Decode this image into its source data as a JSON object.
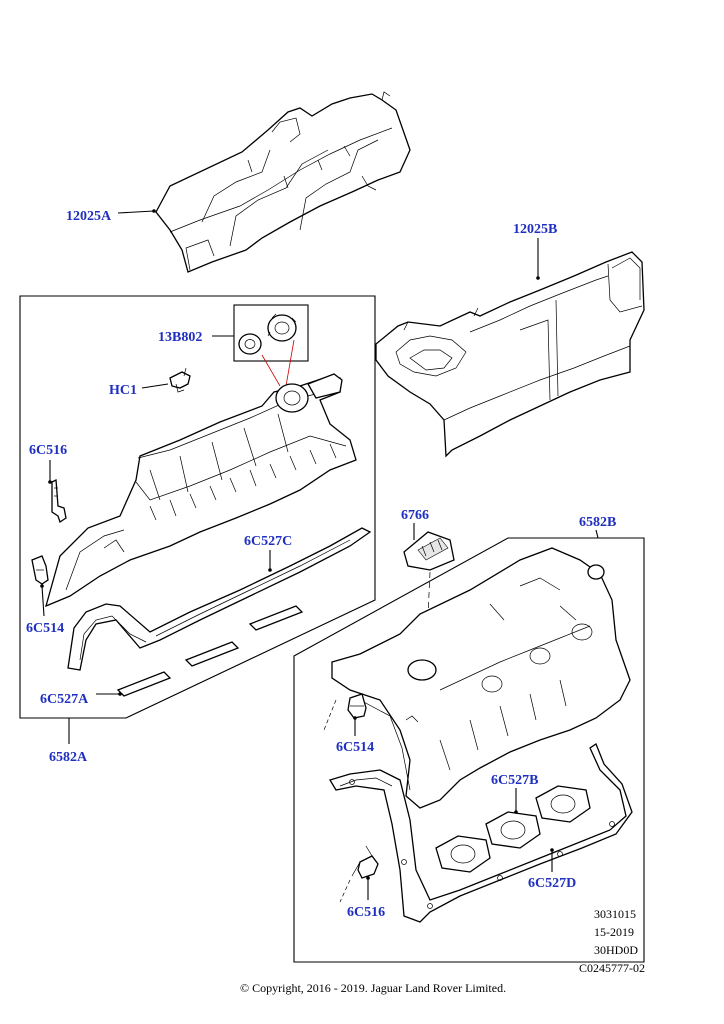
{
  "labels": {
    "p12025A": "12025A",
    "p12025B": "12025B",
    "p13B802": "13B802",
    "pHC1": "HC1",
    "p6C516_left": "6C516",
    "p6C514_left": "6C514",
    "p6C527C": "6C527C",
    "p6C527A": "6C527A",
    "p6582A": "6582A",
    "p6766": "6766",
    "p6582B": "6582B",
    "p6C514_right": "6C514",
    "p6C527B": "6C527B",
    "p6C527D": "6C527D",
    "p6C516_right": "6C516"
  },
  "reference": {
    "line1": "3031015",
    "line2": "15-2019",
    "line3": "30HD0D",
    "line4": "C0245777-02"
  },
  "copyright": "© Copyright, 2016 - 2019. Jaguar Land Rover Limited.",
  "colors": {
    "label": "#1f2fbf",
    "leader": "#000000",
    "highlight": "#cc0000"
  }
}
